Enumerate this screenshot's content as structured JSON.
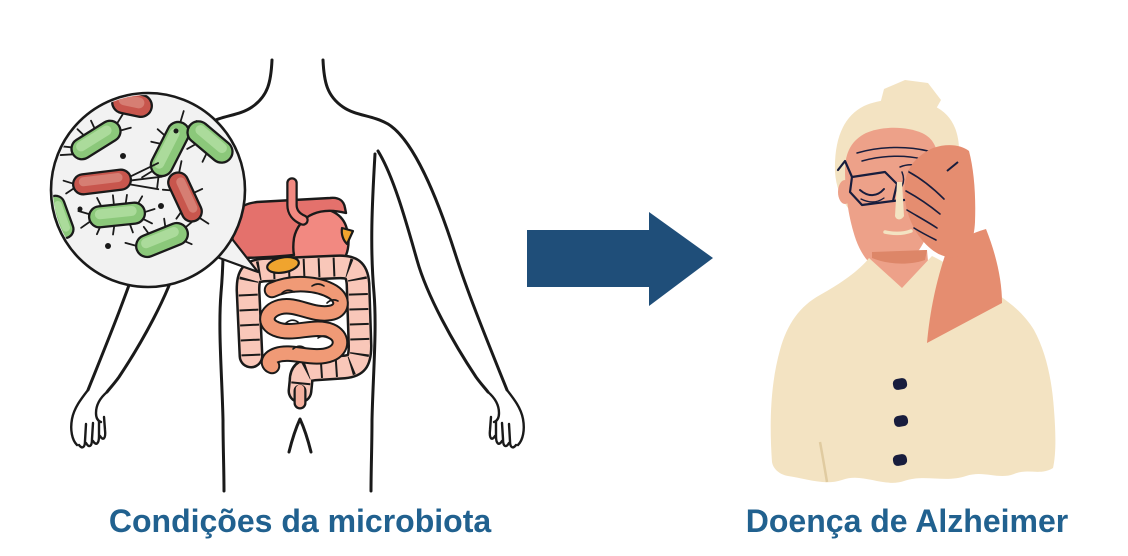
{
  "diagram": {
    "captions": {
      "left": "Condições da microbiota",
      "right": "Doença de Alzheimer"
    },
    "illustrations": {
      "left": "human-torso-with-digestive-tract-and-magnified-gut-microbiota",
      "center": "right-block-arrow",
      "right": "elderly-woman-hand-on-forehead"
    },
    "colors": {
      "caption": "#21618f",
      "arrow": "#1f4e79",
      "outline": "#1a1a1a",
      "lens-bg": "#f2f2f2",
      "bact-green": "#8bc87a",
      "bact-green-hi": "#abdb9b",
      "bact-red": "#c8564d",
      "bact-red-hi": "#d67e73",
      "liver": "#e4716c",
      "stomach": "#f28981",
      "gall": "#f0a42e",
      "colon": "#f9c7b9",
      "ileum": "#f09a76",
      "rectum": "#f5b09e",
      "skin": "#eda189",
      "skin-hand": "#e58d70",
      "skin-shadow": "#dd8668",
      "cream": "#f3e3c2",
      "crease": "#e0cba0",
      "navy": "#181d3d"
    }
  }
}
